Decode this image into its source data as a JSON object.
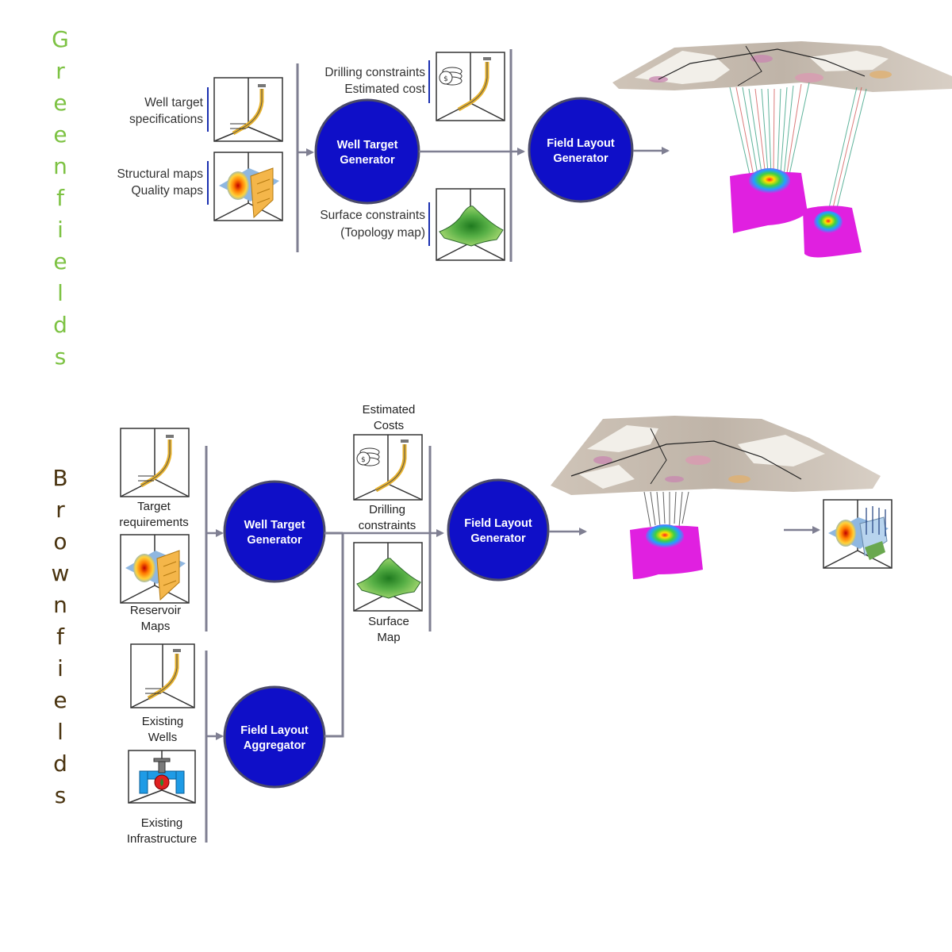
{
  "greenfields": {
    "title": "Greenfields",
    "inputs": {
      "well_target_1": "Well target",
      "well_target_2": "specifications",
      "maps_1": "Structural maps",
      "maps_2": "Quality maps",
      "drilling_1": "Drilling constraints",
      "drilling_2": "Estimated cost",
      "surface_1": "Surface constraints",
      "surface_2": "(Topology map)"
    },
    "nodes": {
      "well_target_generator_1": "Well Target",
      "well_target_generator_2": "Generator",
      "field_layout_generator_1": "Field Layout",
      "field_layout_generator_2": "Generator"
    }
  },
  "brownfields": {
    "title": "Brownfields",
    "inputs": {
      "target_1": "Target",
      "target_2": "requirements",
      "reservoir_1": "Reservoir",
      "reservoir_2": "Maps",
      "existing_wells_1": "Existing",
      "existing_wells_2": "Wells",
      "infrastructure_1": "Existing",
      "infrastructure_2": "Infrastructure",
      "costs_1": "Estimated",
      "costs_2": "Costs",
      "drilling_1": "Drilling",
      "drilling_2": "constraints",
      "surface_1": "Surface",
      "surface_2": "Map"
    },
    "nodes": {
      "well_target_generator_1": "Well Target",
      "well_target_generator_2": "Generator",
      "field_layout_aggregator_1": "Field Layout",
      "field_layout_aggregator_2": "Aggregator",
      "field_layout_generator_1": "Field Layout",
      "field_layout_generator_2": "Generator"
    }
  },
  "colors": {
    "node_fill": "#0f0fc8",
    "node_stroke": "#4a4a6a",
    "connector": "#7f7f92",
    "green_label": "#7dc243",
    "brown_label": "#4a3410",
    "reservoir_magenta": "#e020e0"
  }
}
